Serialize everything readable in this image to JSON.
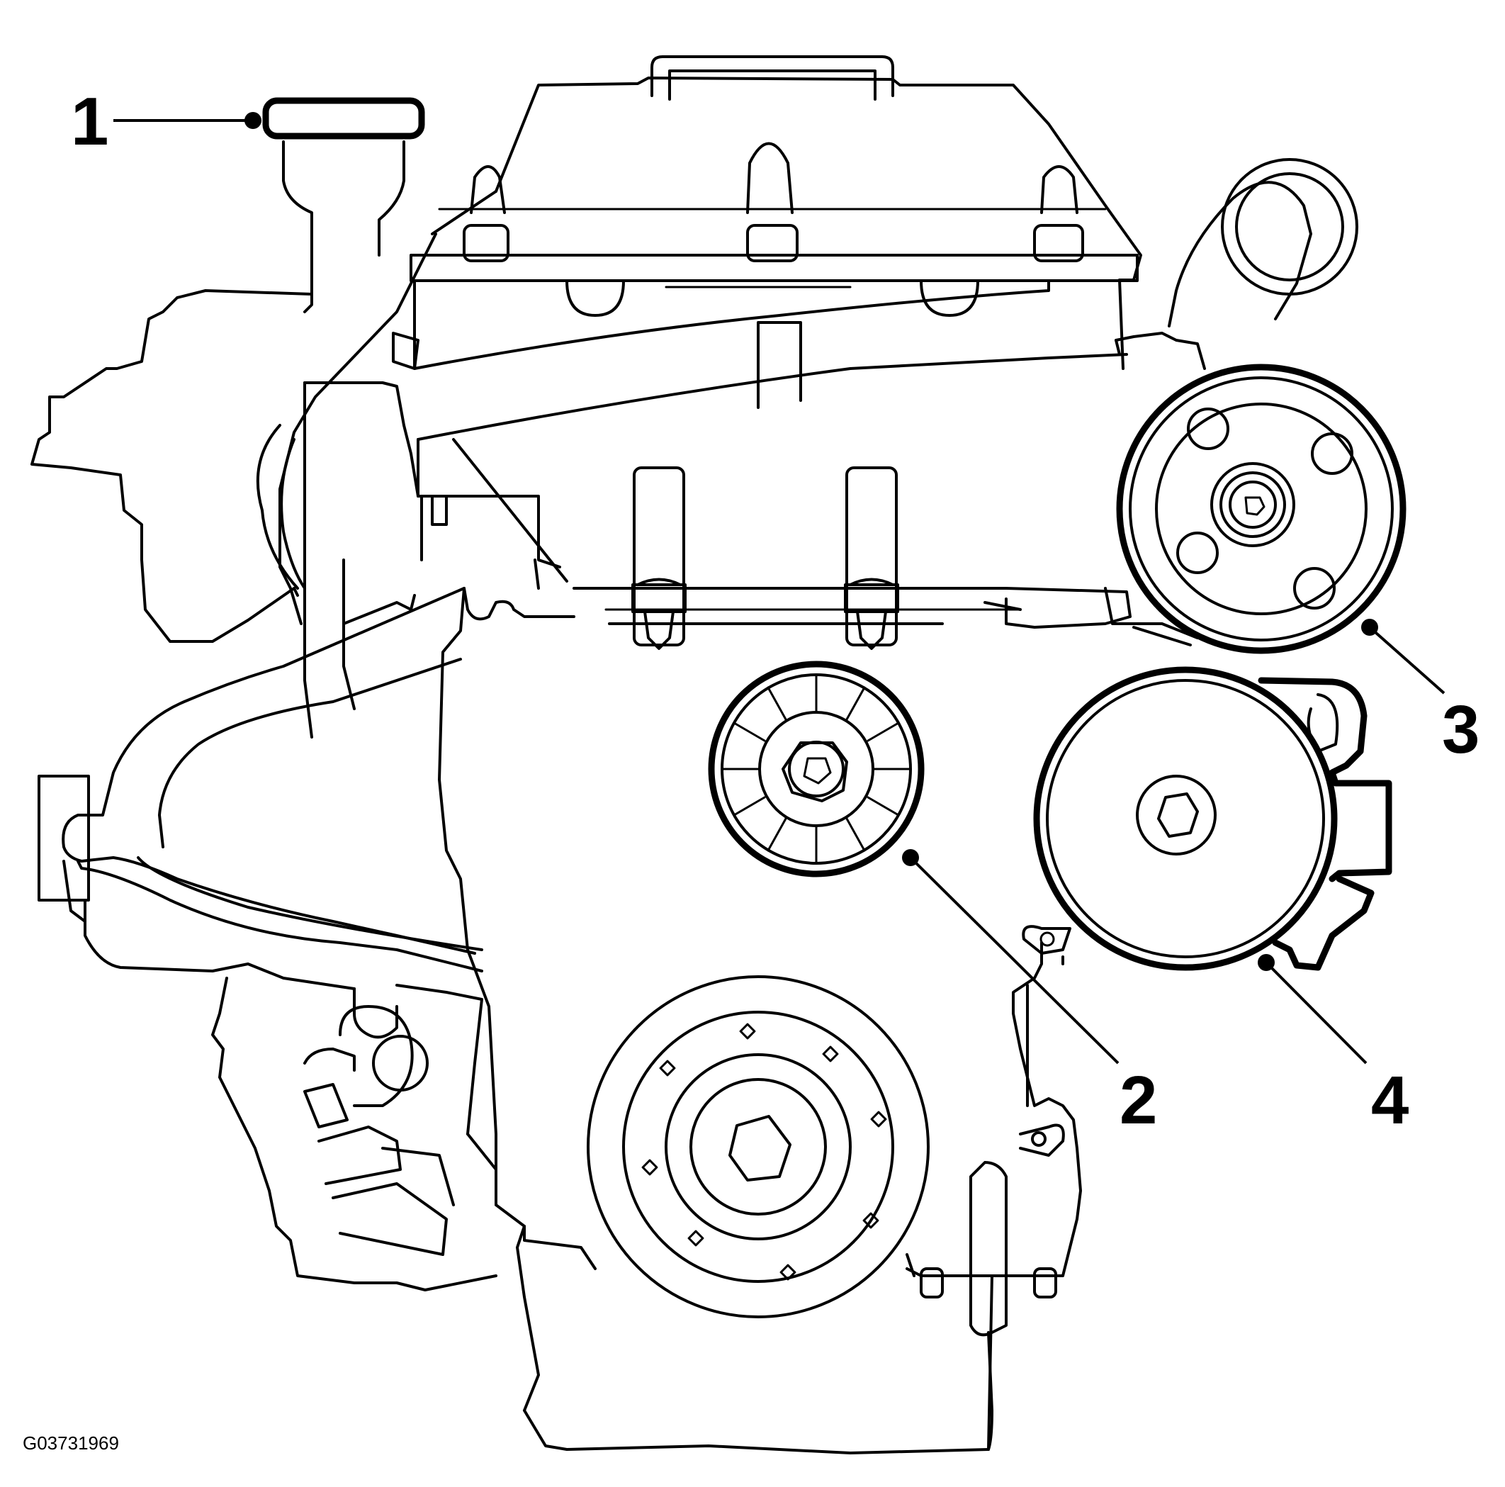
{
  "figure_id": "G03731969",
  "callouts": [
    {
      "label": "1",
      "part": "oil-filler-cap"
    },
    {
      "label": "2",
      "part": "idler-pulley"
    },
    {
      "label": "3",
      "part": "ac-compressor-pulley"
    },
    {
      "label": "4",
      "part": "power-steering-pump-pulley"
    }
  ]
}
